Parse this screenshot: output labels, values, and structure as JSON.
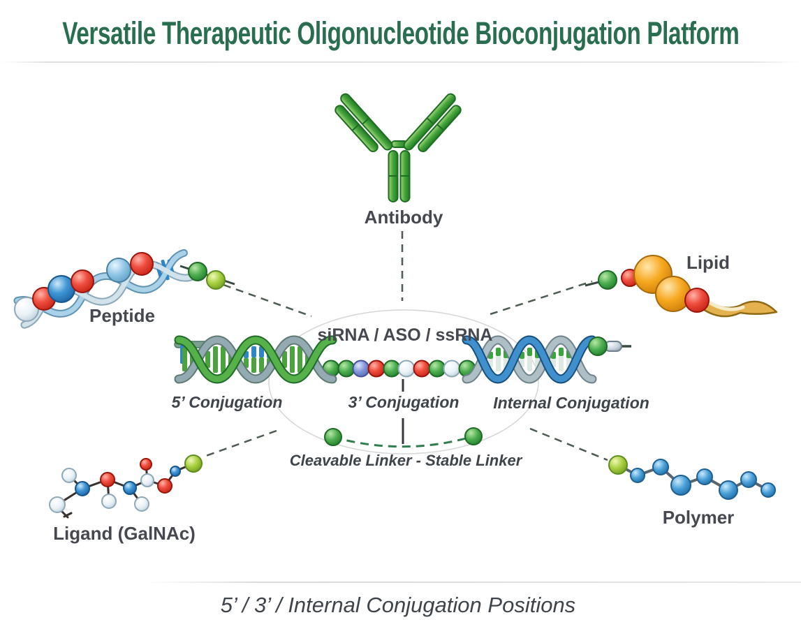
{
  "diagram": {
    "title": "Versatile Therapeutic Oligonucleotide Bioconjugation Platform",
    "center_label": "siRNA / ASO / ssRNA",
    "nodes": {
      "antibody": {
        "label": "Antibody"
      },
      "peptide": {
        "label": "Peptide"
      },
      "lipid": {
        "label": "Lipid"
      },
      "ligand": {
        "label": "Ligand (GalNAc)"
      },
      "polymer": {
        "label": "Polymer"
      }
    },
    "conjugation": {
      "five_prime": "5’ Conjugation",
      "three_prime": "3’ Conjugation",
      "internal": "Internal Conjugation"
    },
    "linker_label": "Cleavable Linker - Stable Linker",
    "caption": "5’ / 3’ / Internal Conjugation Positions",
    "colors": {
      "title_green": "#2a6e52",
      "label_gray": "#45494f",
      "annotation_gray": "#3e444a",
      "antibody_green": "#3f9b3f",
      "linker_green": "#2f7d4f",
      "connector": "#4d5b50",
      "red": "#d6271c",
      "blue": "#2e86c8",
      "orange": "#f0a028",
      "lime": "#9acc3f",
      "polymer_blue": "#2f85c0"
    }
  }
}
